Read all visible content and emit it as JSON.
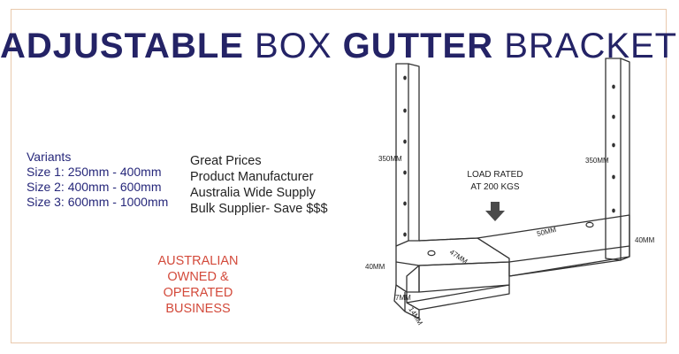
{
  "title": {
    "word1": "ADJUSTABLE",
    "word2": " BOX ",
    "word3": "GUTTER",
    "word4": " BRACKETS"
  },
  "variants": {
    "heading": "Variants",
    "items": [
      "Size 1: 250mm - 400mm",
      "Size 2: 400mm - 600mm",
      "Size 3: 600mm - 1000mm"
    ]
  },
  "features": [
    "Great Prices",
    "Product Manufacturer",
    "Australia Wide Supply",
    "Bulk Supplier- Save $$$"
  ],
  "badge": [
    "AUSTRALIAN",
    "OWNED &",
    "OPERATED",
    "BUSINESS"
  ],
  "diagram": {
    "dim_left_height": "350MM",
    "dim_right_height": "350MM",
    "dim_left_base": "40MM",
    "dim_right_base": "40MM",
    "dim_front": "47MM",
    "dim_width": "50MM",
    "dim_lip": "7MM",
    "dim_flange": "14MM",
    "load_line1": "LOAD RATED",
    "load_line2": "AT 200 KGS"
  },
  "colors": {
    "title": "#242366",
    "variants": "#26277a",
    "badge": "#d34a3b",
    "frame": "#e9c9ad"
  }
}
